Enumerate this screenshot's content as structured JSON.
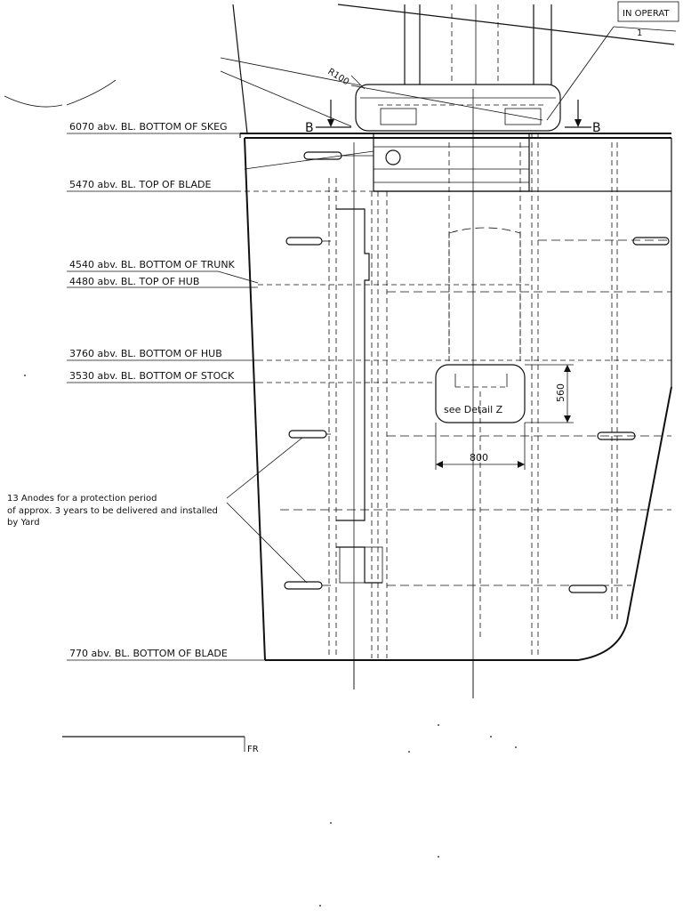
{
  "levels": [
    {
      "label": "6070 abv. BL. BOTTOM OF SKEG"
    },
    {
      "label": "5470 abv. BL. TOP OF BLADE"
    },
    {
      "label": "4540 abv. BL. BOTTOM OF TRUNK"
    },
    {
      "label": "4480 abv. BL. TOP OF HUB"
    },
    {
      "label": "3760 abv. BL. BOTTOM OF HUB"
    },
    {
      "label": "3530 abv. BL. BOTTOM OF STOCK"
    },
    {
      "label": "770 abv. BL. BOTTOM OF BLADE"
    }
  ],
  "section_marks": {
    "left": "B",
    "right": "B"
  },
  "radius_label": "R100",
  "in_operation_label": "IN OPERAT",
  "leader_number": "1",
  "detail": {
    "label": "see Detail Z",
    "width_dim": "800",
    "height_dim": "560"
  },
  "anodes_note": {
    "line1": "13 Anodes for a protection period",
    "line2": "of approx. 3 years to be delivered and installed",
    "line3": "by Yard"
  },
  "frame_label": "FR"
}
